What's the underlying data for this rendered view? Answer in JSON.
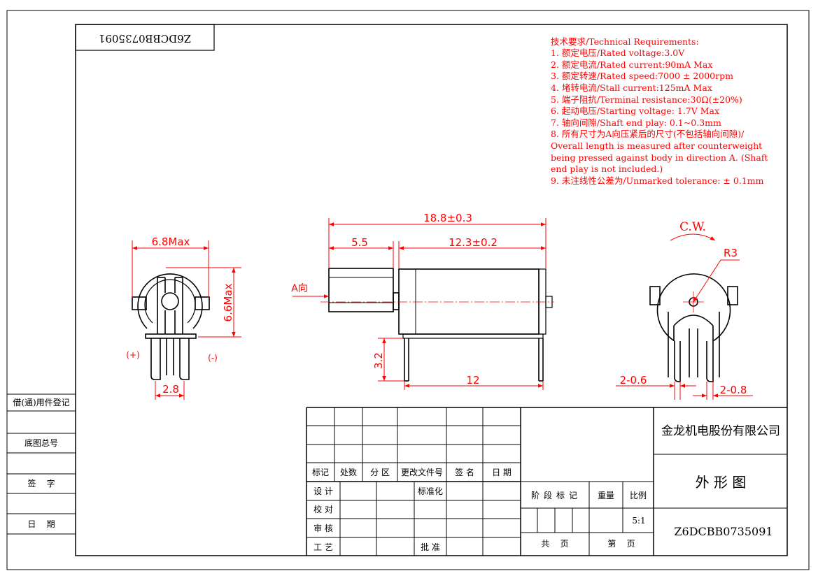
{
  "part_number_box": "Z6DCBB0735091",
  "technical_requirements": {
    "title": "技术要求/Technical Requirements:",
    "items": [
      "1. 额定电压/Rated voltage:3.0V",
      "2. 额定电流/Rated current:90mA Max",
      "3. 额定转速/Rated speed:7000 ± 2000rpm",
      "4. 堵转电流/Stall current:125mA Max",
      "5. 端子阻抗/Terminal resistance:30Ω(±20%)",
      "6. 起动电压/Starting voltage: 1.7V Max",
      "7. 轴向间隙/Shaft end play: 0.1~0.3mm",
      "8. 所有尺寸为A向压紧后的尺寸(不包括轴向间隙)/",
      "Overall length is measured after counterweight",
      "being pressed against body in direction A. (Shaft",
      "end play is not included.)",
      "9. 未注线性公差为/Unmarked tolerance:  ± 0.1mm"
    ]
  },
  "front_view": {
    "width_dim": "6.8Max",
    "height_dim": "6.6Max",
    "pin_pitch_dim": "2.8",
    "positive_label": "(+)",
    "negative_label": "(-)"
  },
  "side_view": {
    "overall_length": "18.8±0.3",
    "weight_length": "5.5",
    "body_length": "12.3±0.2",
    "pin_height": "3.2",
    "pin_spacing": "12",
    "direction_label": "A向"
  },
  "end_view": {
    "rotation": "C.W.",
    "radius": "R3",
    "pin_width": "2-0.6",
    "pin_length": "2-0.8"
  },
  "left_column": {
    "registration": "借(通)用件登记",
    "base_drawing": "底图总号",
    "signature": "签    字",
    "date": "日    期"
  },
  "title_block": {
    "revision_headers": [
      "标记",
      "处数",
      "分 区",
      "更改文件号",
      "签 名",
      "日 期"
    ],
    "row_labels": {
      "design": "设 计",
      "check": "校 对",
      "review": "审 核",
      "process": "工 艺",
      "standardize": "标准化",
      "approve": "批 准"
    },
    "stage_mark": "阶段标记",
    "weight": "重量",
    "scale_label": "比例",
    "scale_value": "5:1",
    "total_pages": "共    页",
    "page_no": "第    页",
    "company": "金龙机电股份有限公司",
    "drawing_title": "外 形 图",
    "drawing_number": "Z6DCBB0735091"
  }
}
